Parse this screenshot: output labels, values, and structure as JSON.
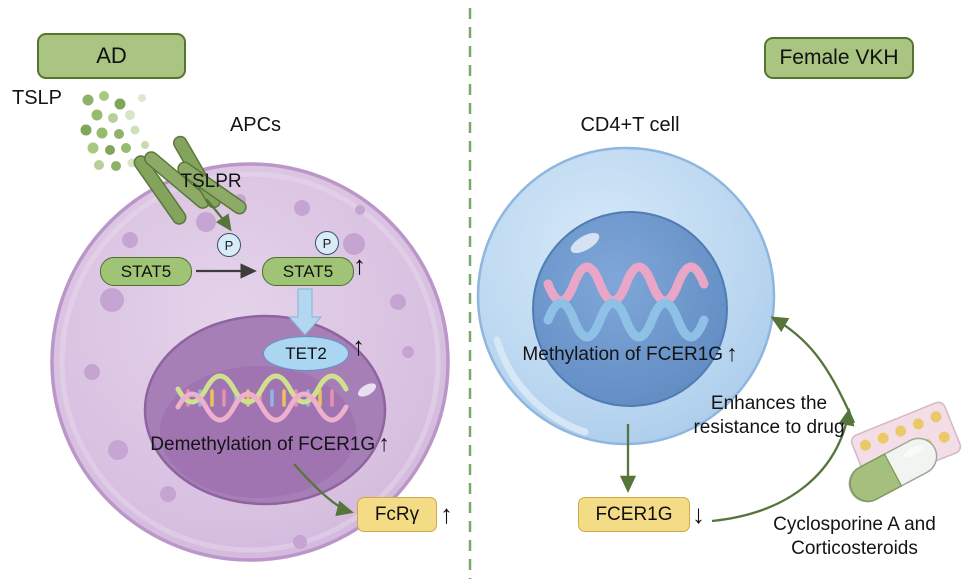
{
  "figure": {
    "left": {
      "badge": "AD",
      "tslp": "TSLP",
      "apcs": "APCs",
      "tslpr": "TSLPR",
      "phospho": "P",
      "stat5": "STAT5",
      "tet2": "TET2",
      "demethylation": "Demethylation of FCER1G",
      "fcr": "FcRγ"
    },
    "right": {
      "badge": "Female VKH",
      "cell": "CD4+T cell",
      "methylation": "Methylation of FCER1G",
      "fcer1g": "FCER1G",
      "enhances": "Enhances the resistance to drug",
      "drugs": "Cyclosporine A and Corticosteroids"
    },
    "glyphs": {
      "up": "↑",
      "down": "↓"
    },
    "colors": {
      "badge_green": "#a9c581",
      "badge_border": "#55752f",
      "stat5_green": "#9fc476",
      "tet2_blue": "#aad6f2",
      "yellow_box": "#f4dc86",
      "apc_cell_purple": "#d7bfe0",
      "apc_nucleus_purple": "#a77fb7",
      "t_cell_blue": "#b9d6f0",
      "t_nucleus_blue": "#6d97cf",
      "arrow_olive": "#55753a",
      "divider_green": "#79a86d"
    }
  }
}
